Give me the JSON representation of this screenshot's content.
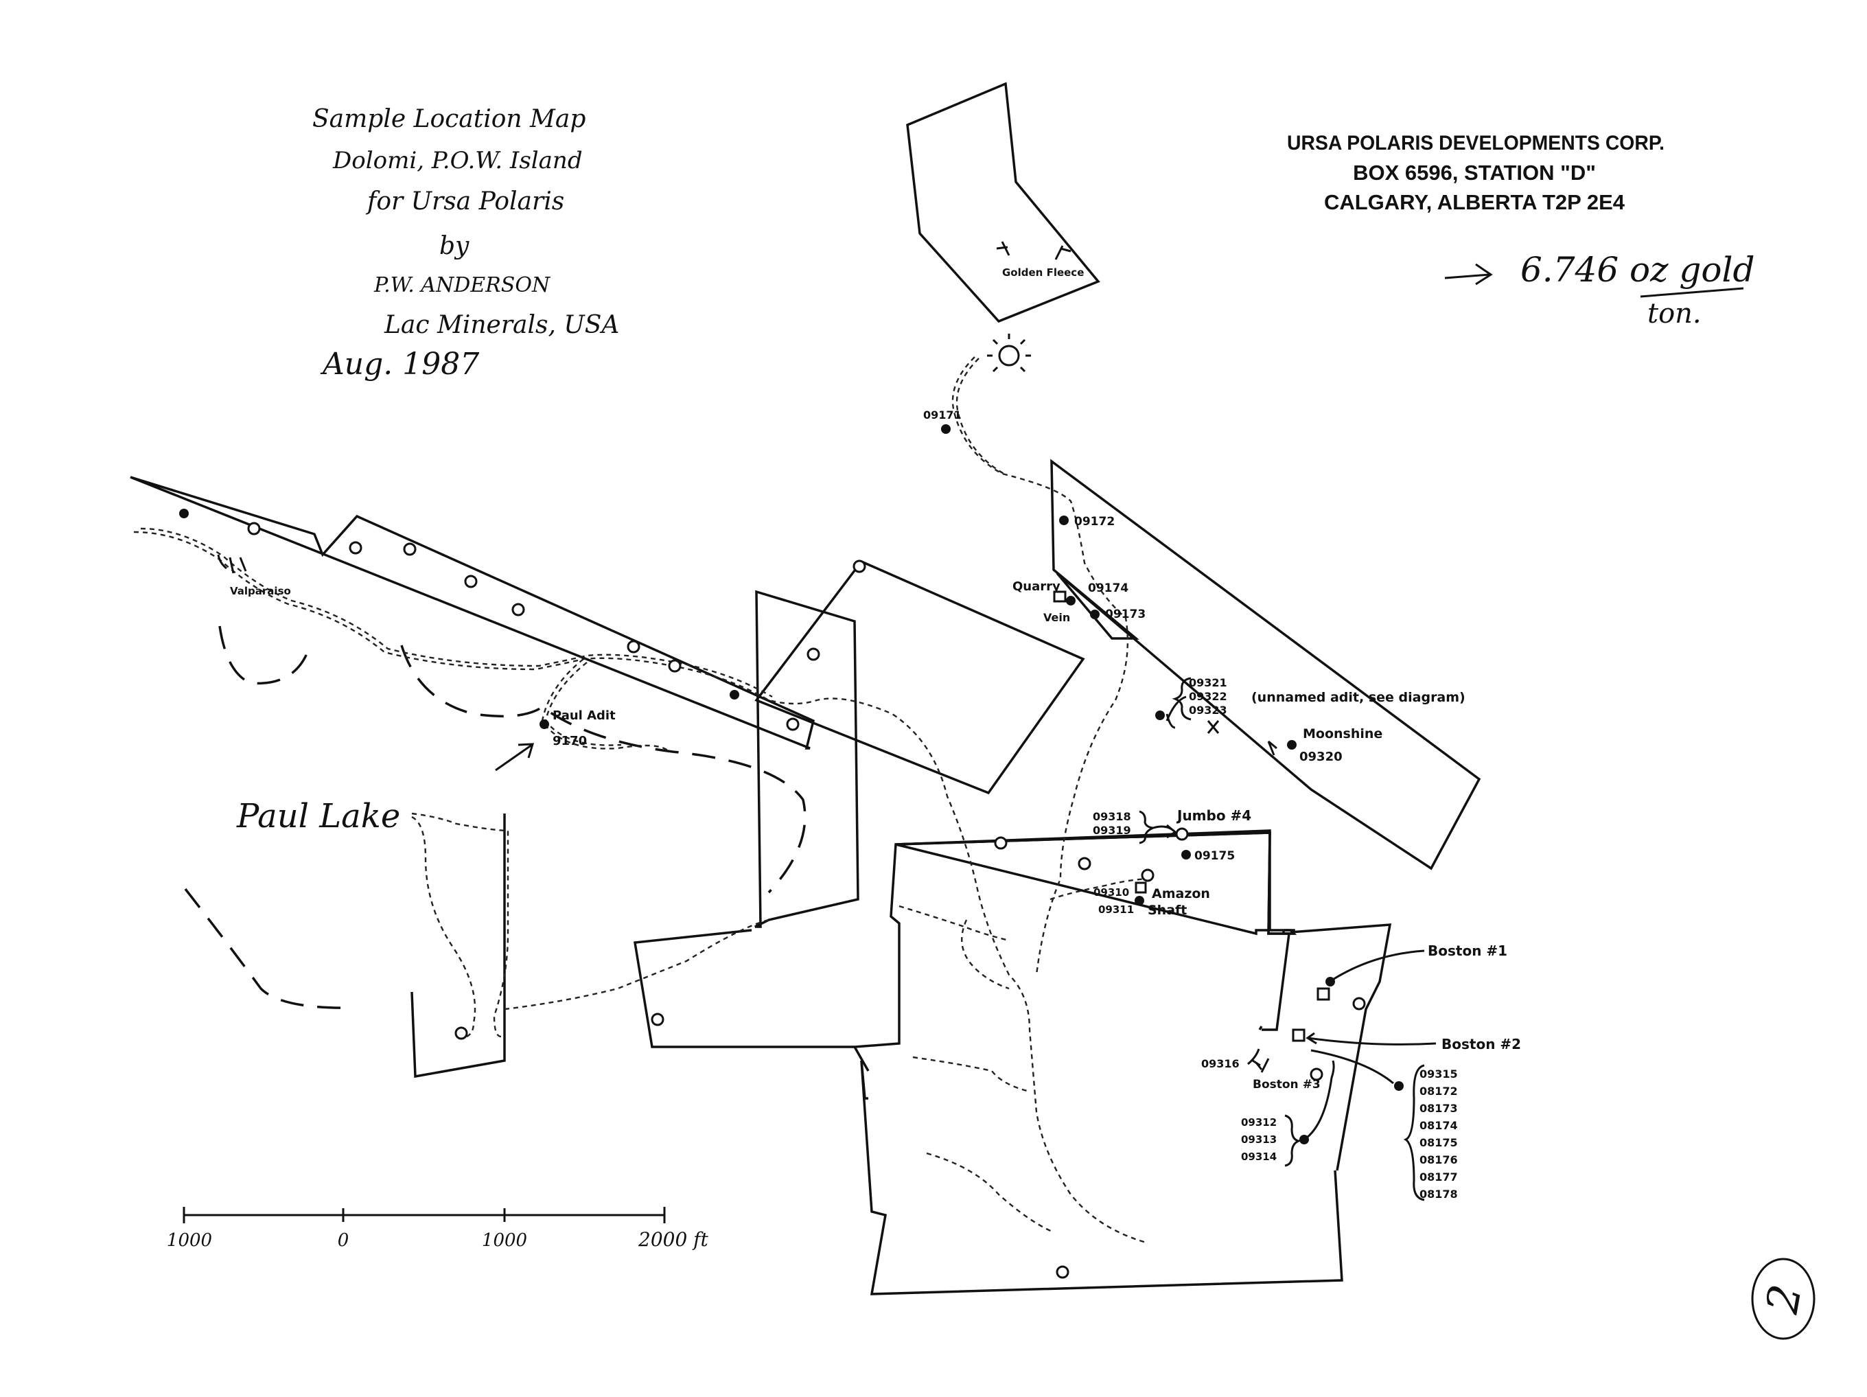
{
  "title": {
    "line1": "Sample Location Map",
    "line2": "Dolomi, P.O.W. Island",
    "line3": "for Ursa Polaris",
    "line4": "by",
    "line5": "P.W. ANDERSON",
    "line6": "Lac Minerals, USA",
    "date": "Aug. 1987"
  },
  "stamp": {
    "line1": "URSA POLARIS DEVELOPMENTS CORP.",
    "line2": "BOX 6596, STATION \"D\"",
    "line3": "CALGARY, ALBERTA T2P 2E4"
  },
  "annotation": {
    "value": "6.746 oz gold",
    "unit": "ton."
  },
  "places": {
    "paul_lake": "Paul Lake",
    "valparaiso": "Valparaiso",
    "paul_adit": "Paul Adit",
    "paul_adit_sample": "9170",
    "golden_fleece": "Golden Fleece",
    "quarry": "Quarry",
    "vein": "Vein",
    "moonshine": "Moonshine",
    "moonshine_sample": "09320",
    "jumbo": "Jumbo #4",
    "amazon_shaft_1": "Amazon",
    "amazon_shaft_2": "Shaft",
    "boston1": "Boston #1",
    "boston2": "Boston #2",
    "boston3": "Boston #3",
    "unnamed_adit": "(unnamed adit, see diagram)"
  },
  "samples": {
    "s09171": "09171",
    "s09172": "09172",
    "s09174": "09174",
    "s09173": "09173",
    "unnamed": [
      "09321",
      "09322",
      "09323"
    ],
    "jumbo": [
      "09318",
      "09319"
    ],
    "s09175": "09175",
    "amazon_a": "09310",
    "amazon_b": "09311",
    "s09316": "09316",
    "boston3": [
      "09312",
      "09313",
      "09314"
    ],
    "boston2": [
      "09315",
      "08172",
      "08173",
      "08174",
      "08175",
      "08176",
      "08177",
      "08178"
    ]
  },
  "scale": {
    "labels": [
      "1000",
      "0",
      "1000",
      "2000 ft"
    ]
  },
  "page_number": "2"
}
